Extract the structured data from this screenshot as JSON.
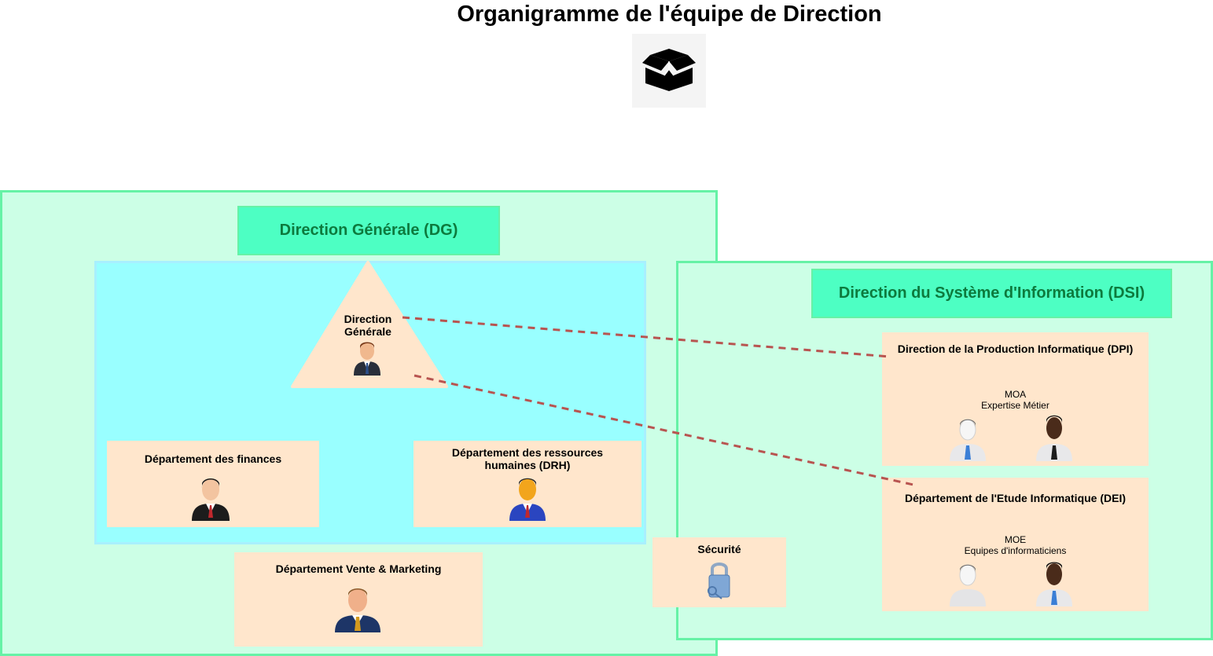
{
  "page": {
    "title": "Organigramme de l'équipe de Direction"
  },
  "dg": {
    "header": "Direction Générale (DG)",
    "top": {
      "label": "Direction Générale"
    },
    "finances": {
      "label": "Département des finances"
    },
    "drh": {
      "label": "Département des ressources humaines (DRH)"
    },
    "vente": {
      "label": "Département Vente & Marketing"
    }
  },
  "securite": {
    "label": "Sécurité"
  },
  "dsi": {
    "header": "Direction du Système d'Information (DSI)",
    "dpi": {
      "label": "Direction de la Production Informatique (DPI)",
      "sub1": "MOA",
      "sub2": "Expertise Métier"
    },
    "dei": {
      "label": "Département de l'Etude Informatique (DEI)",
      "sub1": "MOE",
      "sub2": "Equipes d'informaticiens"
    }
  },
  "colors": {
    "group_fill": "#ccffe6",
    "group_border": "#66f2a6",
    "header_fill": "#4dffc3",
    "header_text": "#0d7a3d",
    "inner_fill": "#99ffff",
    "node_fill": "#ffe6cc",
    "link_color": "#b85450"
  },
  "icons": {
    "top": "box-icon",
    "people": "businessman-icon",
    "security": "padlock-icon"
  }
}
